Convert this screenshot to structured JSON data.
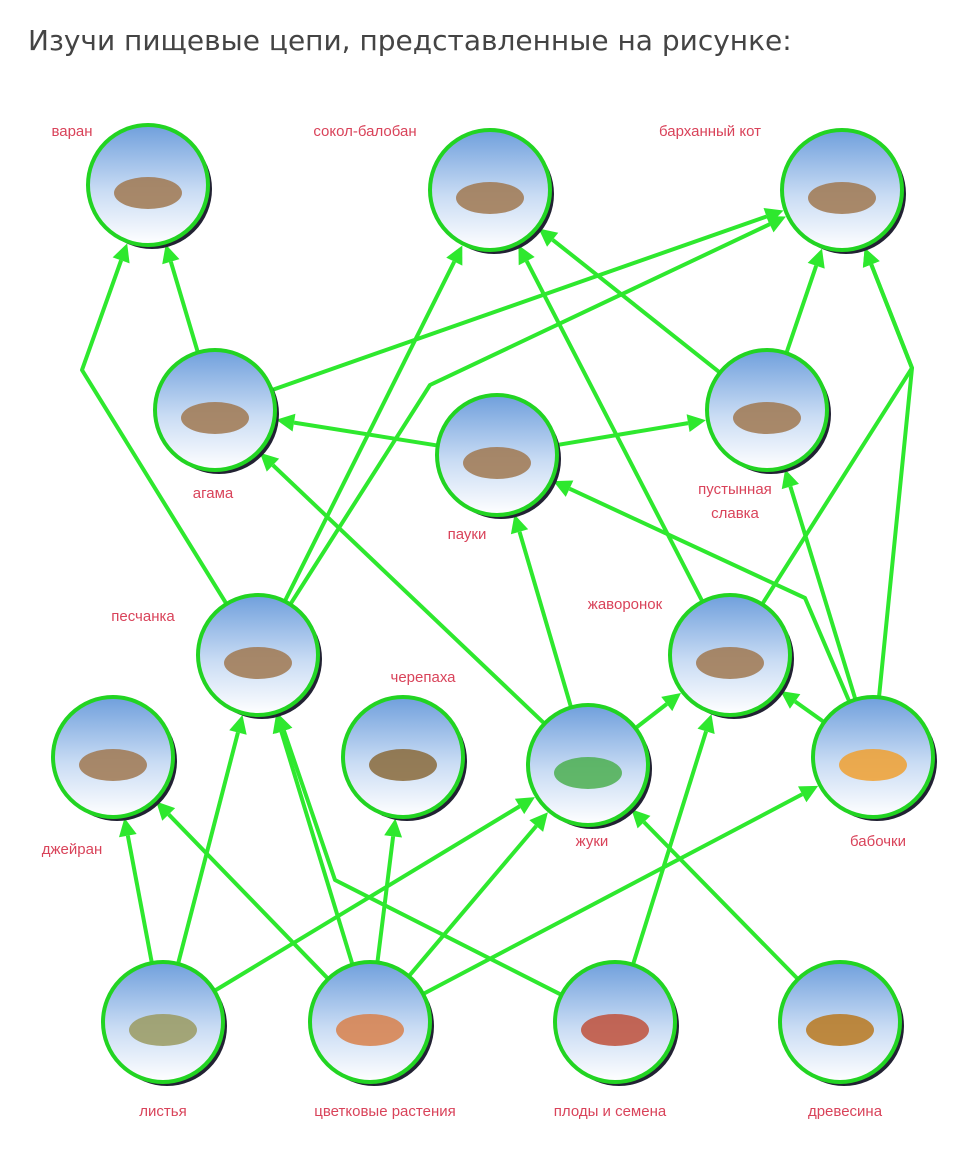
{
  "task_text": "Изучи пищевые цепи, представленные на рисунке:",
  "colors": {
    "edge": "#2ee82e",
    "label": "#d9435a",
    "circle_stroke": "#22d422"
  },
  "organisms": [
    {
      "id": "varan",
      "label": "варан",
      "icon": "monitor-lizard"
    },
    {
      "id": "sokol",
      "label": "сокол-балобан",
      "icon": "falcon"
    },
    {
      "id": "kot",
      "label": "барханный кот",
      "icon": "sand-cat"
    },
    {
      "id": "agama",
      "label": "агама",
      "icon": "agama-lizard"
    },
    {
      "id": "pauki",
      "label": "пауки",
      "icon": "spider"
    },
    {
      "id": "slavka",
      "label": "пустынная славка",
      "icon": "warbler"
    },
    {
      "id": "peschanka",
      "label": "песчанка",
      "icon": "gerbil"
    },
    {
      "id": "cherepaha",
      "label": "черепаха",
      "icon": "tortoise"
    },
    {
      "id": "zhavoronok",
      "label": "жаворонок",
      "icon": "lark"
    },
    {
      "id": "dzheiran",
      "label": "джейран",
      "icon": "gazelle"
    },
    {
      "id": "zhuki",
      "label": "жуки",
      "icon": "beetle"
    },
    {
      "id": "babochki",
      "label": "бабочки",
      "icon": "butterfly"
    },
    {
      "id": "listya",
      "label": "листья",
      "icon": "leaves"
    },
    {
      "id": "cvetkovye",
      "label": "цветковые растения",
      "icon": "flowering-plant"
    },
    {
      "id": "plody",
      "label": "плоды и семена",
      "icon": "fruits-seeds"
    },
    {
      "id": "drevesina",
      "label": "древесина",
      "icon": "wood"
    }
  ],
  "edges": [
    [
      "agama",
      "varan"
    ],
    [
      "peschanka",
      "varan"
    ],
    [
      "agama",
      "kot"
    ],
    [
      "peschanka",
      "sokol"
    ],
    [
      "peschanka",
      "kot"
    ],
    [
      "pauki",
      "agama"
    ],
    [
      "pauki",
      "slavka"
    ],
    [
      "zhuki",
      "agama"
    ],
    [
      "zhuki",
      "pauki"
    ],
    [
      "zhuki",
      "zhavoronok"
    ],
    [
      "zhavoronok",
      "sokol"
    ],
    [
      "slavka",
      "sokol"
    ],
    [
      "slavka",
      "kot"
    ],
    [
      "zhavoronok",
      "kot"
    ],
    [
      "babochki",
      "kot"
    ],
    [
      "babochki",
      "zhavoronok"
    ],
    [
      "babochki",
      "pauki"
    ],
    [
      "babochki",
      "slavka"
    ],
    [
      "listya",
      "dzheiran"
    ],
    [
      "listya",
      "peschanka"
    ],
    [
      "listya",
      "zhuki"
    ],
    [
      "cvetkovye",
      "dzheiran"
    ],
    [
      "cvetkovye",
      "peschanka"
    ],
    [
      "cvetkovye",
      "cherepaha"
    ],
    [
      "cvetkovye",
      "zhuki"
    ],
    [
      "cvetkovye",
      "babochki"
    ],
    [
      "plody",
      "peschanka"
    ],
    [
      "plody",
      "zhavoronok"
    ],
    [
      "drevesina",
      "zhuki"
    ]
  ]
}
